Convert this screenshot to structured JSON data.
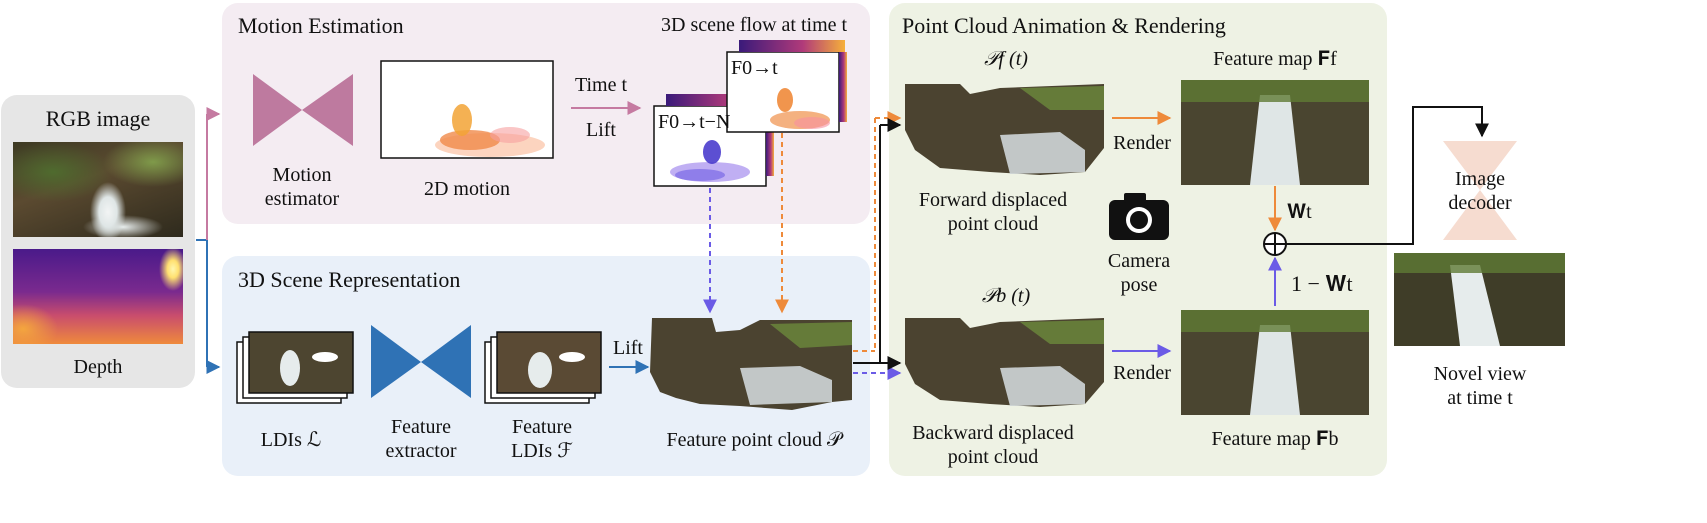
{
  "input": {
    "title": "RGB image",
    "depth_label": "Depth"
  },
  "motion": {
    "title": "Motion Estimation",
    "estimator_label": "Motion\nestimator",
    "motion2d_label": "2D motion",
    "time_label": "Time t",
    "lift_label": "Lift",
    "flow_title": "3D scene flow at time t",
    "flow_front": "F0→t",
    "flow_back": "F0→t−N"
  },
  "scene": {
    "title": "3D Scene Representation",
    "ldi_label": "LDIs ℒ",
    "extractor_label": "Feature\nextractor",
    "feature_ldi_label": "Feature\nLDIs ℱ",
    "lift_label": "Lift",
    "cloud_label": "Feature point cloud 𝒫"
  },
  "render": {
    "title": "Point Cloud Animation & Rendering",
    "pf_label": "𝒫f (t)",
    "pb_label": "𝒫b (t)",
    "forward_label": "Forward displaced\npoint cloud",
    "backward_label": "Backward displaced\npoint cloud",
    "render_top": "Render",
    "render_bottom": "Render",
    "camera_label": "Camera\npose",
    "fmap_top": "Feature map  𝐅f",
    "fmap_bottom": "Feature map  𝐅b",
    "weight": "𝐖t",
    "one_minus_weight": "1 − 𝐖t"
  },
  "output": {
    "decoder_label": "Image\ndecoder",
    "novel_label": "Novel view\nat time t"
  },
  "colors": {
    "motion_panel": "#f4ecf2",
    "scene_panel": "#e9f0f9",
    "render_panel": "#eef2e4",
    "input_panel": "#e6e6e6",
    "estimator": "#be7a9f",
    "extractor": "#2f72b5",
    "decoder": "#f6dcd0",
    "orange": "#ee8a3a",
    "violet": "#6b5be6",
    "pink_arrow": "#c57aa1",
    "blue_arrow": "#2f72b5"
  }
}
